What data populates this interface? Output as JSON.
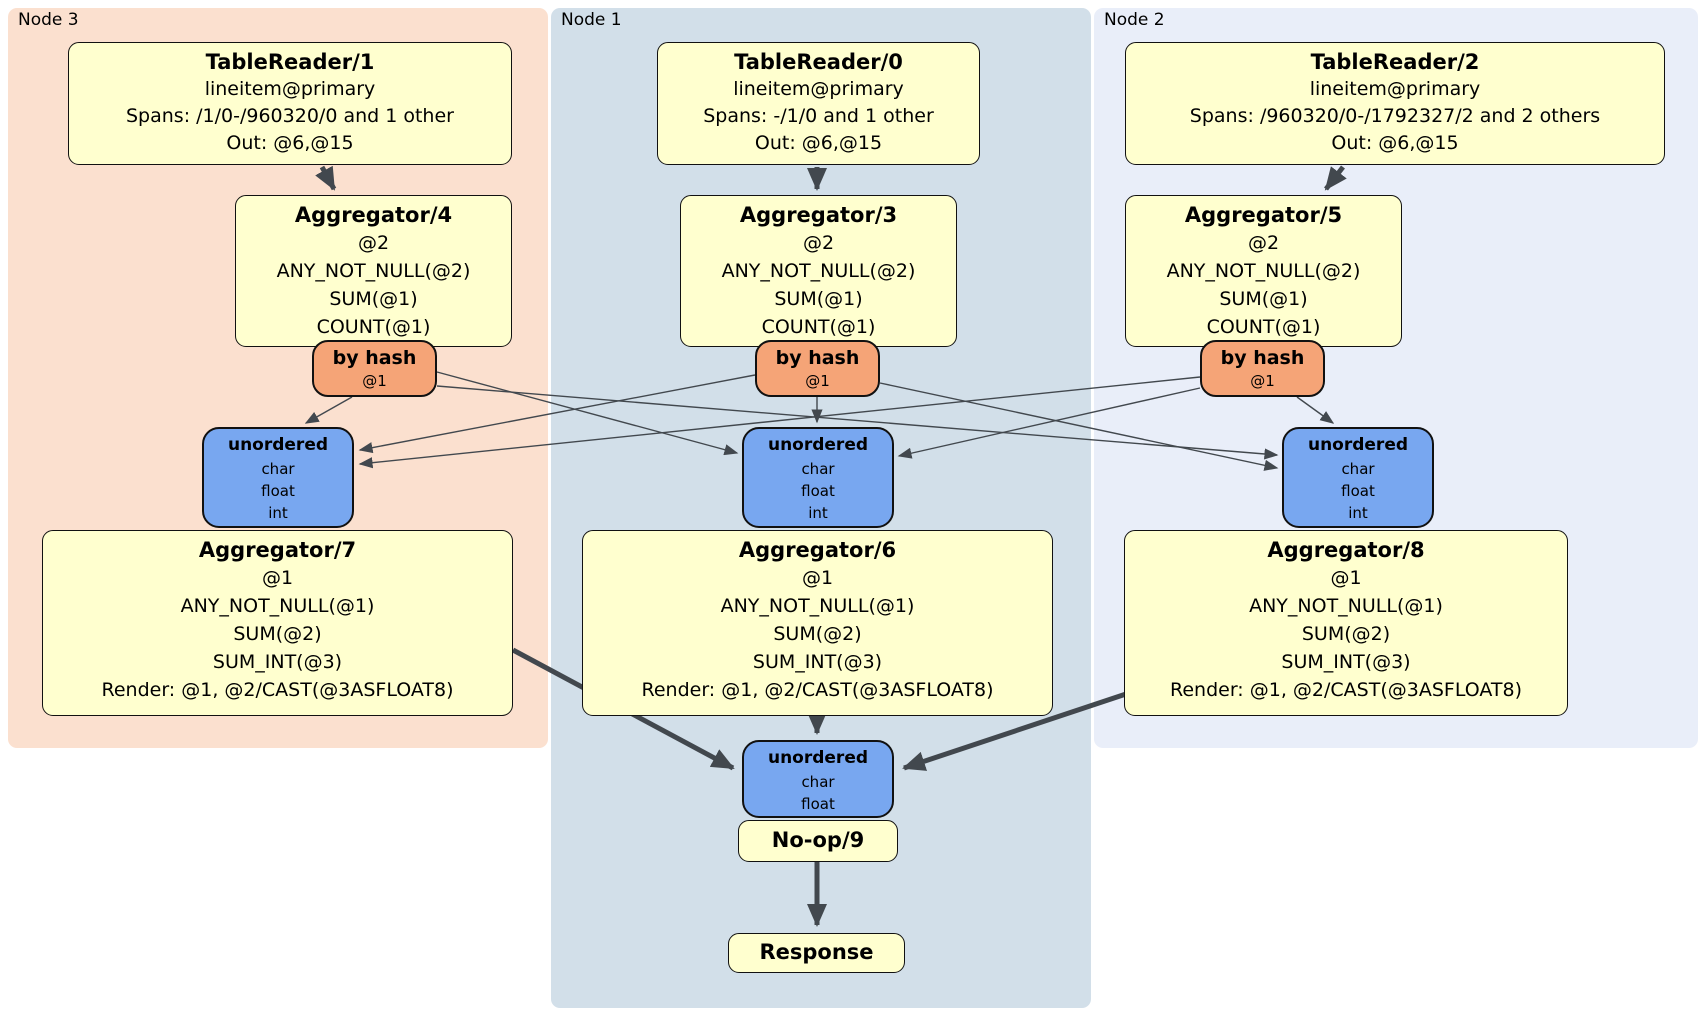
{
  "diagram": {
    "nodes": [
      {
        "label": "Node 3",
        "table_reader": {
          "title": "TableReader/1",
          "lines": [
            "lineitem@primary",
            "Spans: /1/0-/960320/0 and 1 other",
            "Out: @6,@15"
          ]
        },
        "agg_top": {
          "title": "Aggregator/4",
          "lines": [
            "@2",
            "ANY_NOT_NULL(@2)",
            "SUM(@1)",
            "COUNT(@1)"
          ]
        },
        "router": {
          "title": "by hash",
          "detail": "@1"
        },
        "sync": {
          "title": "unordered",
          "lines": [
            "char",
            "float",
            "int"
          ]
        },
        "agg_bottom": {
          "title": "Aggregator/7",
          "lines": [
            "@1",
            "ANY_NOT_NULL(@1)",
            "SUM(@2)",
            "SUM_INT(@3)",
            "Render: @1, @2/CAST(@3ASFLOAT8)"
          ]
        }
      },
      {
        "label": "Node 1",
        "table_reader": {
          "title": "TableReader/0",
          "lines": [
            "lineitem@primary",
            "Spans: -/1/0 and 1 other",
            "Out: @6,@15"
          ]
        },
        "agg_top": {
          "title": "Aggregator/3",
          "lines": [
            "@2",
            "ANY_NOT_NULL(@2)",
            "SUM(@1)",
            "COUNT(@1)"
          ]
        },
        "router": {
          "title": "by hash",
          "detail": "@1"
        },
        "sync": {
          "title": "unordered",
          "lines": [
            "char",
            "float",
            "int"
          ]
        },
        "agg_bottom": {
          "title": "Aggregator/6",
          "lines": [
            "@1",
            "ANY_NOT_NULL(@1)",
            "SUM(@2)",
            "SUM_INT(@3)",
            "Render: @1, @2/CAST(@3ASFLOAT8)"
          ]
        }
      },
      {
        "label": "Node 2",
        "table_reader": {
          "title": "TableReader/2",
          "lines": [
            "lineitem@primary",
            "Spans: /960320/0-/1792327/2 and 2 others",
            "Out: @6,@15"
          ]
        },
        "agg_top": {
          "title": "Aggregator/5",
          "lines": [
            "@2",
            "ANY_NOT_NULL(@2)",
            "SUM(@1)",
            "COUNT(@1)"
          ]
        },
        "router": {
          "title": "by hash",
          "detail": "@1"
        },
        "sync": {
          "title": "unordered",
          "lines": [
            "char",
            "float",
            "int"
          ]
        },
        "agg_bottom": {
          "title": "Aggregator/8",
          "lines": [
            "@1",
            "ANY_NOT_NULL(@1)",
            "SUM(@2)",
            "SUM_INT(@3)",
            "Render: @1, @2/CAST(@3ASFLOAT8)"
          ]
        }
      }
    ],
    "final_sync": {
      "title": "unordered",
      "lines": [
        "char",
        "float"
      ]
    },
    "noop": {
      "title": "No-op/9"
    },
    "response": {
      "title": "Response"
    },
    "colors": {
      "node3_bg": "#fbe0cf",
      "node1_bg": "#d2dfe9",
      "node2_bg": "#e9eef9",
      "processor_bg": "#ffffcf",
      "router_bg": "#f5a477",
      "sync_bg": "#78a7f0",
      "edge": "#42484e"
    }
  }
}
